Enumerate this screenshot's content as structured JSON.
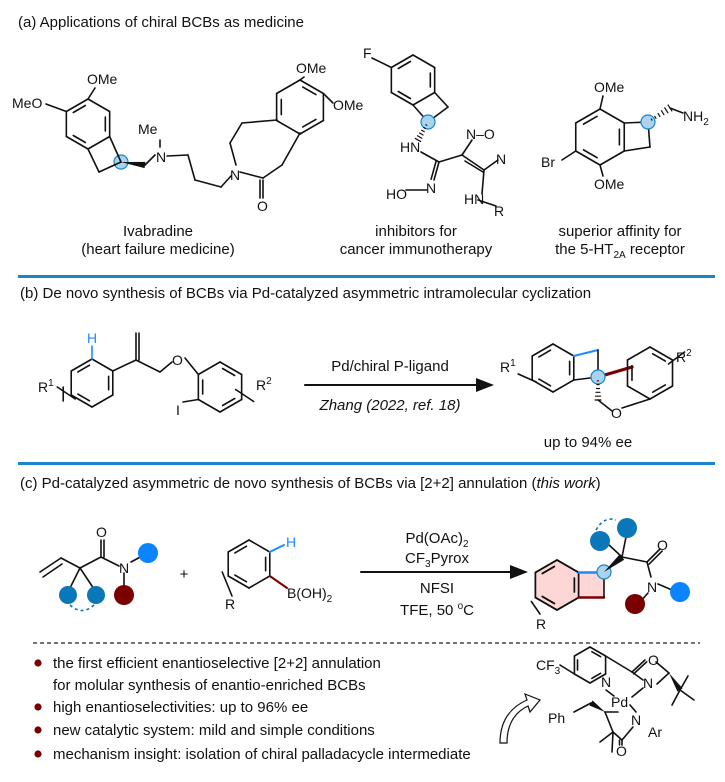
{
  "colors": {
    "rule": "#1a86c8",
    "blue_dot": "#0a84ff",
    "teal_dot": "#0a78b8",
    "red_dot": "#7a0000",
    "highlight": "#a9d3ef",
    "pink": "#fdd6d6",
    "h_blue": "#1a8cff"
  },
  "panel_a": {
    "title": "(a) Applications of chiral BCBs as medicine",
    "ivabradine": {
      "name": "Ivabradine",
      "caption": "(heart failure medicine)",
      "atoms": {
        "ome1": "OMe",
        "meo": "MeO",
        "me": "Me",
        "n1": "N",
        "n2": "N",
        "o": "O",
        "ome2": "OMe",
        "ome3": "OMe"
      }
    },
    "inhibitor": {
      "caption1": "inhibitors for",
      "caption2": "cancer immunotherapy",
      "atoms": {
        "f": "F",
        "hn": "HN",
        "no": "N–O",
        "n3": "N",
        "n4": "N",
        "ho": "HO",
        "hn2": "HN",
        "r": "R"
      }
    },
    "ht2a": {
      "caption1": "superior affinity for",
      "caption2_pre": "the 5-HT",
      "caption2_sub": "2A",
      "caption2_post": " receptor",
      "atoms": {
        "ome1": "OMe",
        "ome2": "OMe",
        "br": "Br",
        "nh": "NH",
        "nh_sub": "2"
      }
    }
  },
  "panel_b": {
    "title": "(b) De novo synthesis of BCBs via Pd-catalyzed asymmetric intramolecular cyclization",
    "reagent": "Pd/chiral P-ligand",
    "reference": "Zhang (2022, ref. 18)",
    "result": "up to 94% ee",
    "atoms": {
      "h": "H",
      "r": "R",
      "one": "1",
      "two": "2",
      "o": "O",
      "i": "I"
    }
  },
  "panel_c": {
    "title_pre": "(c) Pd-catalyzed asymmetric de novo synthesis of BCBs via [2+2] annulation (",
    "title_it": "this work",
    "title_post": ")",
    "plus": "+",
    "conditions": {
      "c1": "Pd(OAc)",
      "c1_sub": "2",
      "c2_pre": "CF",
      "c2_sub": "3",
      "c2_post": "Pyrox",
      "c3": "NFSI",
      "c4_pre": "TFE, 50 ",
      "c4_sup": "o",
      "c4_post": "C"
    },
    "atoms": {
      "o": "O",
      "n": "N",
      "h": "H",
      "boh": "B(OH)",
      "boh_sub": "2",
      "r": "R"
    },
    "bullets": [
      "the first efficient enantioselective [2+2] annulation",
      "for molular synthesis of enantio-enriched BCBs",
      "high enantioselectivities: up to 96% ee",
      "new catalytic system: mild and simple conditions",
      "mechanism insight: isolation of chiral palladacycle intermediate"
    ],
    "palladacycle": {
      "cf": "CF",
      "cf_sub": "3",
      "n1": "N",
      "o": "O",
      "n2": "N",
      "pd": "Pd",
      "ph": "Ph",
      "n3": "N",
      "ar": "Ar",
      "o2": "O"
    }
  }
}
